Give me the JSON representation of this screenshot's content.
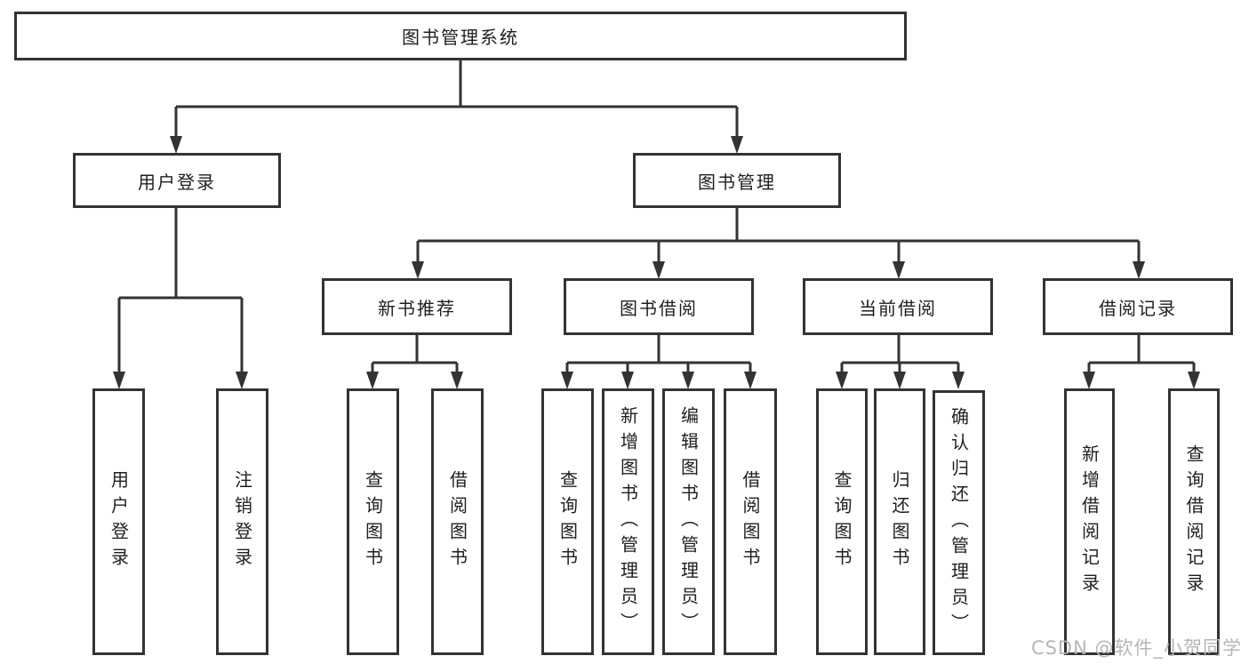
{
  "colors": {
    "line": "#333333",
    "text": "#1f1f1f",
    "watermark": "#b6b6b6",
    "background": "#ffffff"
  },
  "tree": {
    "root": {
      "label": "图书管理系统"
    },
    "branches": [
      {
        "label": "用户登录",
        "children": [
          {
            "label": "用户登录"
          },
          {
            "label": "注销登录"
          }
        ]
      },
      {
        "label": "图书管理",
        "children": [
          {
            "label": "新书推荐",
            "children": [
              {
                "label": "查询图书"
              },
              {
                "label": "借阅图书"
              }
            ]
          },
          {
            "label": "图书借阅",
            "children": [
              {
                "label": "查询图书"
              },
              {
                "label": "新增图书（管理员）"
              },
              {
                "label": "编辑图书（管理员）"
              },
              {
                "label": "借阅图书"
              }
            ]
          },
          {
            "label": "当前借阅",
            "children": [
              {
                "label": "查询图书"
              },
              {
                "label": "归还图书"
              },
              {
                "label": "确认归还（管理员）"
              }
            ]
          },
          {
            "label": "借阅记录",
            "children": [
              {
                "label": "新增借阅记录"
              },
              {
                "label": "查询借阅记录"
              }
            ]
          }
        ]
      }
    ]
  },
  "watermark": {
    "text": "CSDN @软件_小贺同学"
  }
}
